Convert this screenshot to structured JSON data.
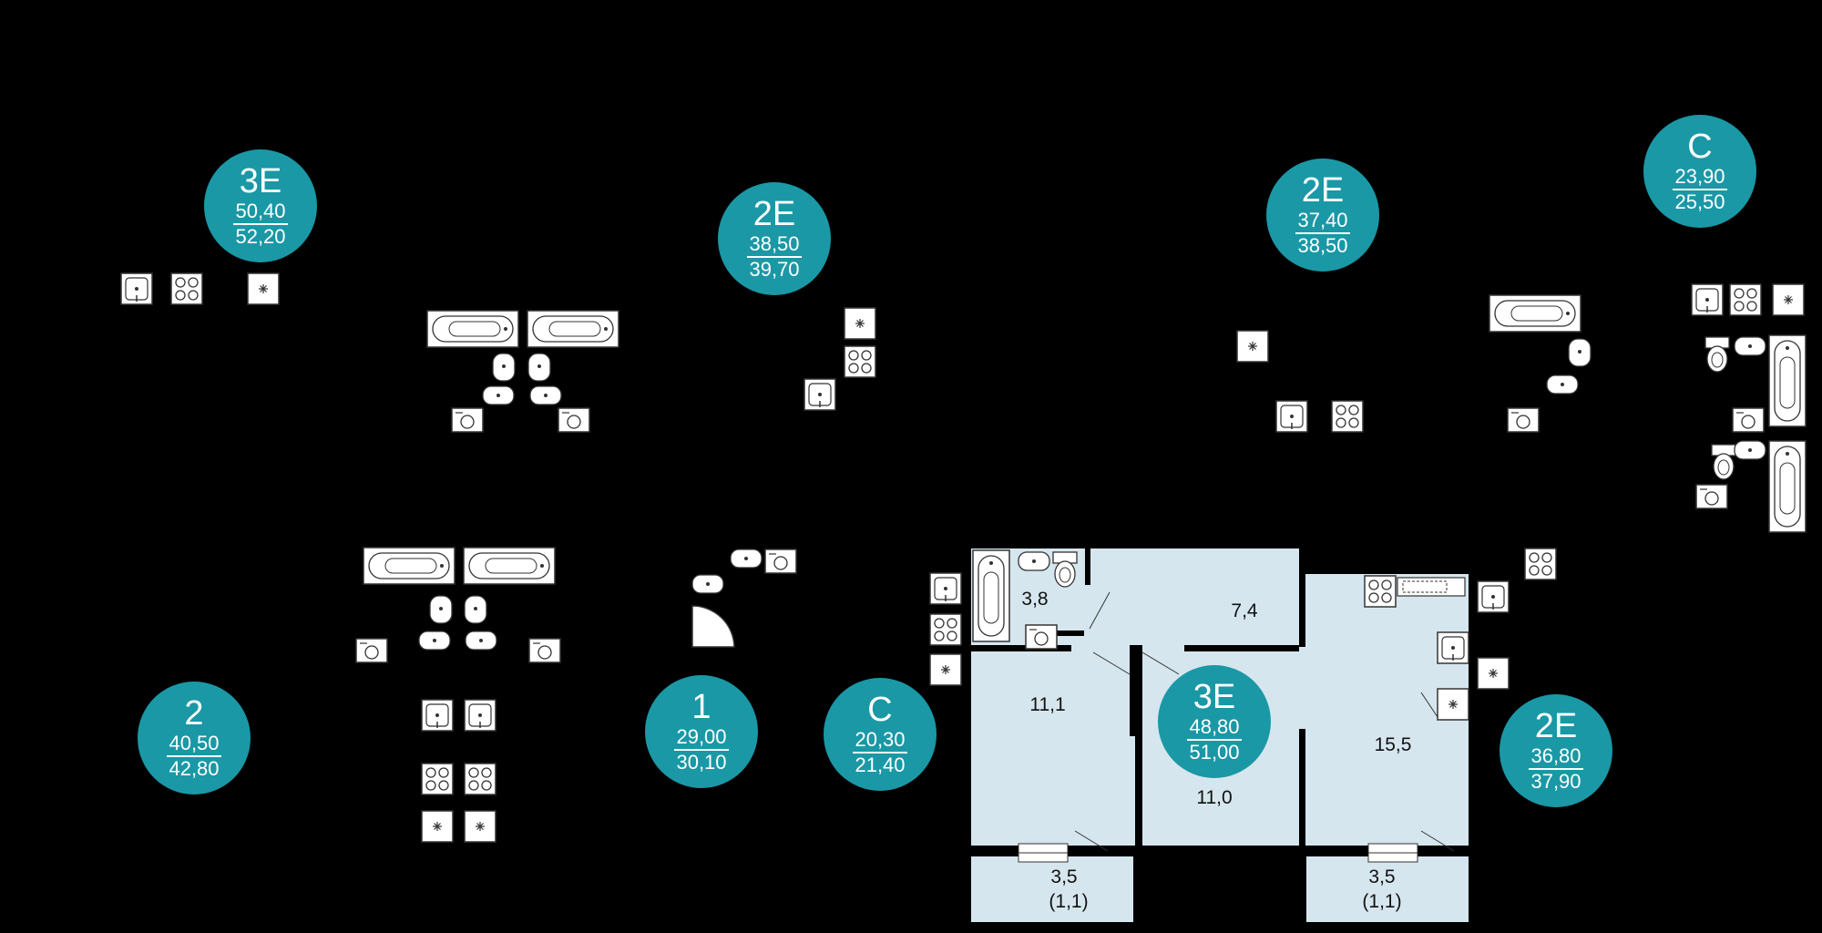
{
  "badges": [
    {
      "code": "3E",
      "area_total": "50,40",
      "area_full": "52,20"
    },
    {
      "code": "2E",
      "area_total": "38,50",
      "area_full": "39,70"
    },
    {
      "code": "2E",
      "area_total": "37,40",
      "area_full": "38,50"
    },
    {
      "code": "C",
      "area_total": "23,90",
      "area_full": "25,50"
    },
    {
      "code": "2",
      "area_total": "40,50",
      "area_full": "42,80"
    },
    {
      "code": "1",
      "area_total": "29,00",
      "area_full": "30,10"
    },
    {
      "code": "C",
      "area_total": "20,30",
      "area_full": "21,40"
    },
    {
      "code": "3E",
      "area_total": "48,80",
      "area_full": "51,00"
    },
    {
      "code": "2E",
      "area_total": "36,80",
      "area_full": "37,90"
    }
  ],
  "selected_apartment": {
    "rooms": {
      "bathroom": "3,8",
      "hall": "7,4",
      "bedroom_left": "11,1",
      "bedroom_middle": "11,0",
      "kitchen_living": "15,5",
      "balcony_left_area": "3,5",
      "balcony_left_reduced": "(1,1)",
      "balcony_right_area": "3,5",
      "balcony_right_reduced": "(1,1)"
    }
  },
  "colors": {
    "background": "#000000",
    "badge": "#1a98a6",
    "selected_fill": "#d6e6ee",
    "fixture_fill": "#ffffff"
  },
  "icons": [
    "sink-icon",
    "stove-icon",
    "ventilation-icon",
    "bathtub-icon",
    "toilet-icon",
    "washing-machine-icon",
    "shower-icon"
  ]
}
